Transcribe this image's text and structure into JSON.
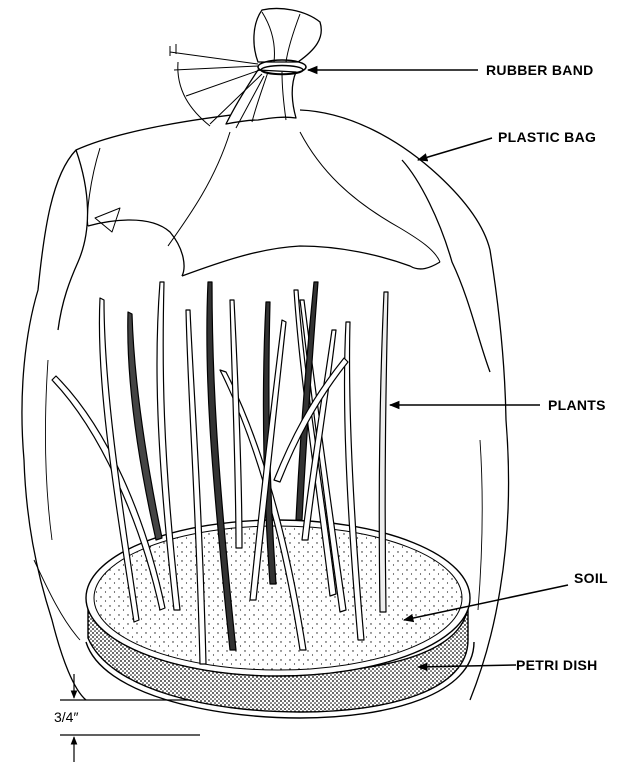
{
  "labels": {
    "rubber_band": "RUBBER BAND",
    "plastic_bag": "PLASTIC BAG",
    "plants": "PLANTS",
    "soil": "SOIL",
    "petri_dish": "PETRI DISH"
  },
  "dimension": {
    "dish_height": "3/4″"
  }
}
